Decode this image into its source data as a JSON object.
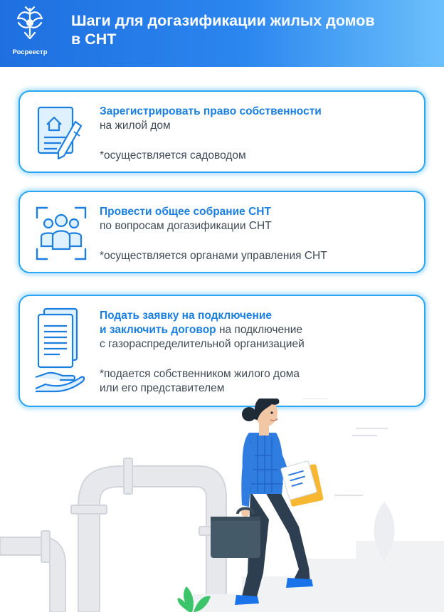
{
  "header": {
    "logo_text": "Росреестр",
    "title_line1": "Шаги для догазификации жилых домов",
    "title_line2": "в СНТ"
  },
  "steps": [
    {
      "title": "Зарегистрировать право собственности",
      "subtitle": "на жилой дом",
      "note": "*осуществляется садоводом",
      "icon": "document-pencil-icon"
    },
    {
      "title": "Провести общее собрание СНТ",
      "subtitle": "по вопросам догазификации СНТ",
      "note": "*осуществляется органами управления СНТ",
      "icon": "group-people-icon"
    },
    {
      "title_line1": "Подать заявку на подключение",
      "title_line2_bold": "и заключить договор",
      "title_line2_rest": " на подключение",
      "subtitle": "с газораспределительной организацией",
      "note_line1": "*подается собственником жилого дома",
      "note_line2": "или его представителем",
      "icon": "documents-hand-icon"
    }
  ],
  "colors": {
    "header_start": "#1f6fe0",
    "header_end": "#6cc0fb",
    "accent": "#1a7fe0",
    "card_border": "#2aa6f2",
    "body_text": "#404a55"
  }
}
